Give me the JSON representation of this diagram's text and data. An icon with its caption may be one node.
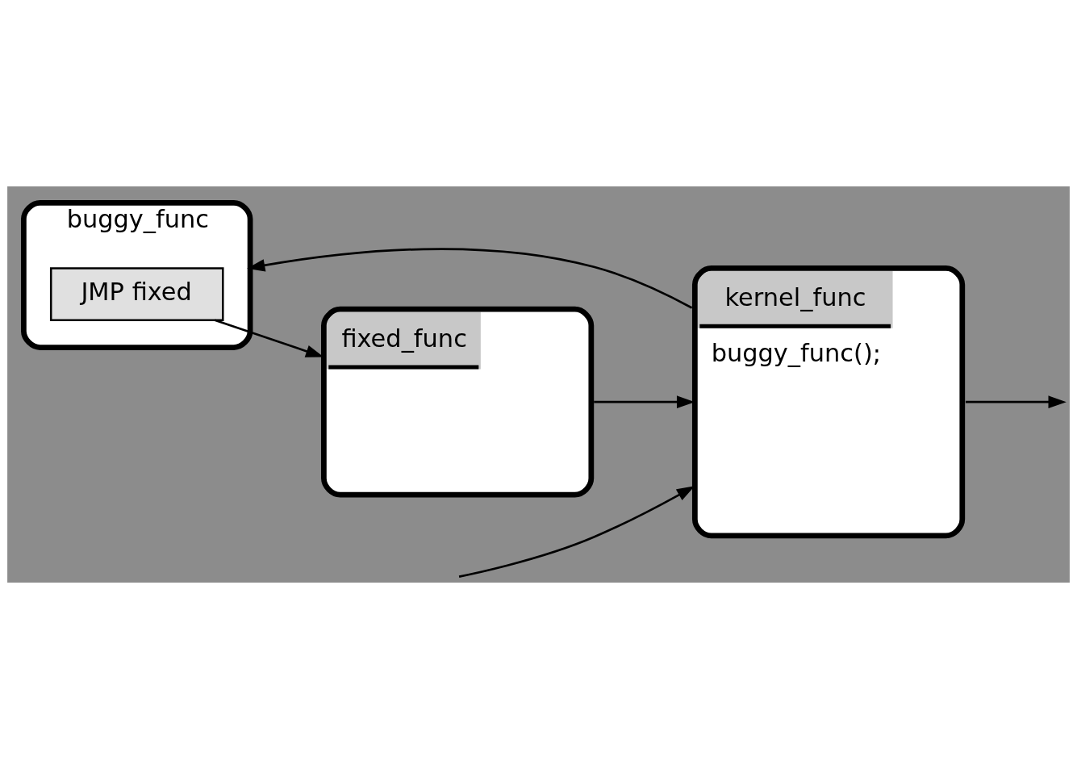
{
  "diagram": {
    "nodes": [
      {
        "text": [
          "kernel_func",
          "buggy_func();"
        ]
      },
      {
        "text": [
          "buggy_func"
        ]
      },
      {
        "text": [
          "JMP fixed"
        ],
        "in": 1
      },
      {
        "text": [
          "fixed_func"
        ]
      }
    ],
    "edges": [
      {
        "from": null,
        "to": 0,
        "arrow": "to"
      },
      {
        "from": 0,
        "to": null,
        "arrow": "to"
      },
      {
        "from": 0,
        "to": 1,
        "arrow": "to"
      },
      {
        "from": 2,
        "to": 3,
        "arrow": "to"
      },
      {
        "from": 3,
        "to": 0,
        "arrow": "to"
      }
    ]
  }
}
